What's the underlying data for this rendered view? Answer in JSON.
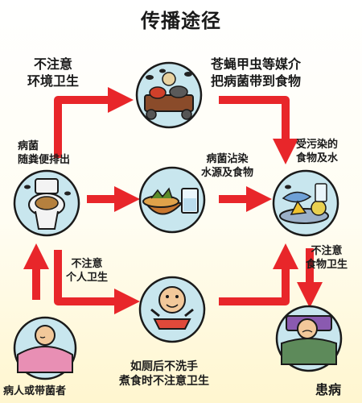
{
  "title": "传播途径",
  "labels": {
    "top_left": [
      "不注意",
      "环境卫生"
    ],
    "top_right": [
      "苍蝇甲虫等媒介",
      "把病菌带到食物"
    ],
    "left": [
      "病菌",
      "随粪便排出"
    ],
    "middle": [
      "病菌沾染",
      "水源及食物"
    ],
    "right_upper": [
      "受污染的",
      "食物及水"
    ],
    "lower_left": [
      "不注意",
      "个人卫生"
    ],
    "right_lower": [
      "不注意",
      "食物卫生"
    ],
    "bottom_left": "病人或带菌者",
    "bottom_center": [
      "如厕后不洗手",
      "煮食时不注意卫生"
    ],
    "bottom_right": "患病"
  },
  "colors": {
    "arrow": "#e8262a",
    "circle_fill": "#c8e6ee",
    "outline": "#1a1a1a"
  },
  "icons": {
    "flies_cart": "flies-on-food-cart-icon",
    "toilet": "toilet-icon",
    "food_bowl": "food-and-water-icon",
    "contaminated_food": "contaminated-food-icon",
    "sick_in_bed": "sick-person-in-bed-icon",
    "patient": "patient-in-bed-icon",
    "dirty_hands": "eating-with-dirty-hands-icon"
  }
}
